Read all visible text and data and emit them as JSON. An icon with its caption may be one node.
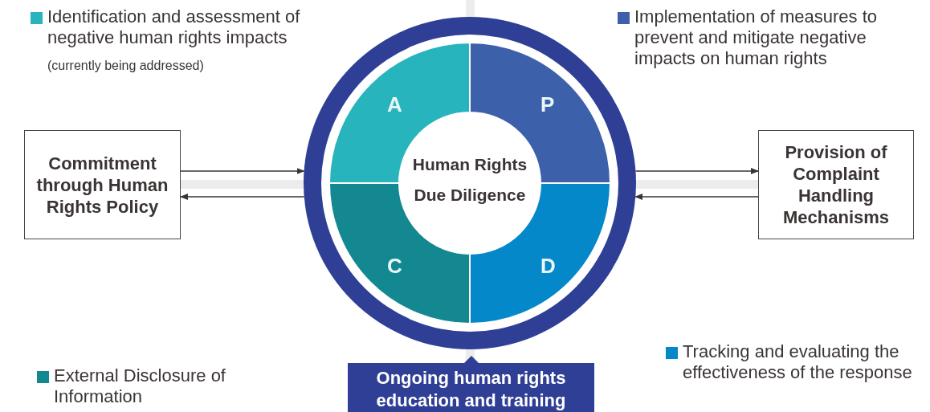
{
  "diagram": {
    "nodes": [
      {
        "text": [
          "Commitment through Human Rights Policy"
        ]
      },
      {
        "text": [
          "Human Rights Due Diligence"
        ]
      },
      {
        "text": [
          "A"
        ],
        "in": 1
      },
      {
        "text": [
          "P"
        ],
        "in": 1
      },
      {
        "text": [
          "C"
        ],
        "in": 1
      },
      {
        "text": [
          "D"
        ],
        "in": 1
      },
      {
        "text": [
          "Provision of Complaint Handling Mechanisms"
        ]
      },
      {
        "text": [
          "Ongoing human rights education and training"
        ]
      }
    ],
    "edges": [
      {
        "from": 0,
        "to": 1,
        "arrow": "to"
      },
      {
        "from": 1,
        "to": 0,
        "arrow": "to"
      },
      {
        "from": 1,
        "to": 6,
        "arrow": "to"
      },
      {
        "from": 6,
        "to": 1,
        "arrow": "to"
      }
    ],
    "labels": [
      "(currently being addressed)"
    ],
    "legend": [
      {
        "text": "Identification and assessment of negative human rights impacts",
        "color": "#27b4bc"
      },
      {
        "text": "Implementation of measures to prevent and mitigate negative impacts on human rights",
        "color": "#3d60ab"
      },
      {
        "text": "Tracking and evaluating the effectiveness of the response",
        "color": "#0588c9"
      },
      {
        "text": "External Disclosure of Information",
        "color": "#138891"
      }
    ]
  }
}
